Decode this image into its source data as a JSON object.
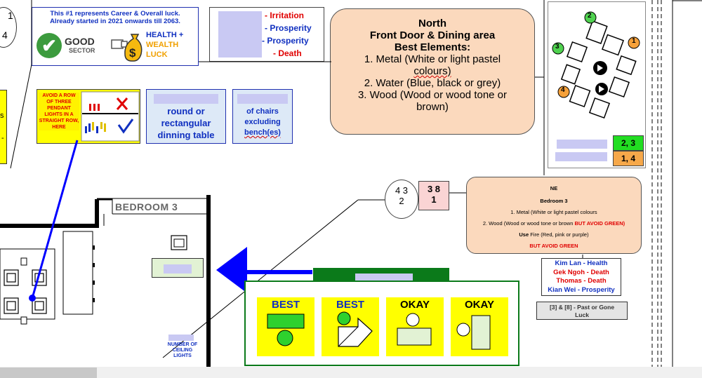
{
  "left_partial": {
    "circle_top": "1",
    "circle_bottom": "4",
    "yellow_fragment_1": "s",
    "yellow_fragment_2": "-"
  },
  "career_box": {
    "line1": "This #1 represents Career & Overall luck.",
    "line2": "Already started in 2021 onwards till 2063.",
    "good_line1": "GOOD",
    "good_line2": "SECTOR",
    "health_line1": "HEALTH +",
    "health_line2": "WEALTH",
    "health_line3": "LUCK"
  },
  "legend_top": {
    "items": [
      {
        "label": "- Irritation",
        "color": "#e00000"
      },
      {
        "label": "- Prosperity",
        "color": "#1030c0"
      },
      {
        "label": "- Prosperity",
        "color": "#1030c0"
      },
      {
        "label": "- Death",
        "color": "#e00000"
      }
    ]
  },
  "north_box": {
    "title1": "North",
    "title2": "Front Door & Dining area",
    "title3": "Best Elements:",
    "line1": "1. Metal (White or light pastel",
    "line1b": "colours)",
    "line2": "2. Water (Blue, black or grey)",
    "line3": "3. Wood (Wood or wood tone or",
    "line3b": "brown)"
  },
  "pendant_box": {
    "warning": "AVOID A ROW OF THREE PENDANT LIGHTS IN A STRAIGHT ROW, HERE"
  },
  "table_box": {
    "text": "round or rectangular dinning table"
  },
  "chairs_box": {
    "line1": "of chairs",
    "line2": "excluding",
    "line3": "bench(es)"
  },
  "compass_box": {
    "markers": [
      "2",
      "3",
      "1",
      "4"
    ],
    "green_label": "2, 3",
    "orange_label": "1, 4"
  },
  "bedroom_label": "BEDROOM 3",
  "ne_oval": {
    "numbers_left": "4 3",
    "number_bottom": "2",
    "pink_top": "3 8",
    "pink_bottom": "1"
  },
  "ne_box": {
    "line1": "NE",
    "line2": "Bedroom 3",
    "line3": "1. Metal (White or light pastel colours",
    "line4_black": "2. Wood (Wood or wood tone or brown",
    "line4_red": "BUT AVOID GREEN)",
    "line5_bold": "Use",
    "line5": "Fire (Red, pink or purple)",
    "line6": "BUT AVOID GREEN"
  },
  "names_box": {
    "items": [
      {
        "label": "Kim Lan - Health",
        "color": "#1030c0"
      },
      {
        "label": "Gek Ngoh - Death",
        "color": "#e00000"
      },
      {
        "label": "Thomas - Death",
        "color": "#e00000"
      },
      {
        "label": "Kian Wei - Prosperity",
        "color": "#1030c0"
      }
    ]
  },
  "past_box": {
    "text": "[3] & [8] - Past or Gone Luck"
  },
  "arrangement": {
    "cards": [
      {
        "label": "BEST",
        "color": "#1030c0"
      },
      {
        "label": "BEST",
        "color": "#1030c0"
      },
      {
        "label": "OKAY",
        "color": "#000000"
      },
      {
        "label": "OKAY",
        "color": "#000000"
      }
    ]
  },
  "ceiling_label": "NUMBER OF CEILING LIGHTS",
  "colors": {
    "peach": "#fbd9bd",
    "yellow": "#ffff00",
    "green_fill": "#00cc00",
    "dark_green": "#0b7a1a",
    "light_blue": "#dde9f7",
    "arrow_blue": "#0000ff",
    "redaction": "#c9c9f3"
  }
}
